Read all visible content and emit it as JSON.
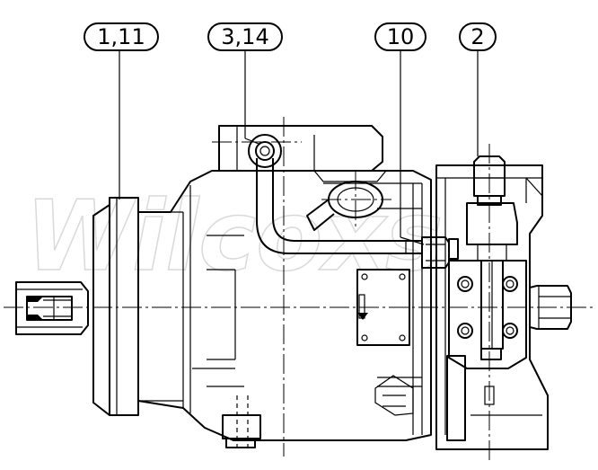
{
  "watermark": "Wilcoxs",
  "callouts": [
    {
      "id": "callout-1-11",
      "text": "1,11"
    },
    {
      "id": "callout-3-14",
      "text": "3,14"
    },
    {
      "id": "callout-10",
      "text": "10"
    },
    {
      "id": "callout-2",
      "text": "2"
    }
  ]
}
